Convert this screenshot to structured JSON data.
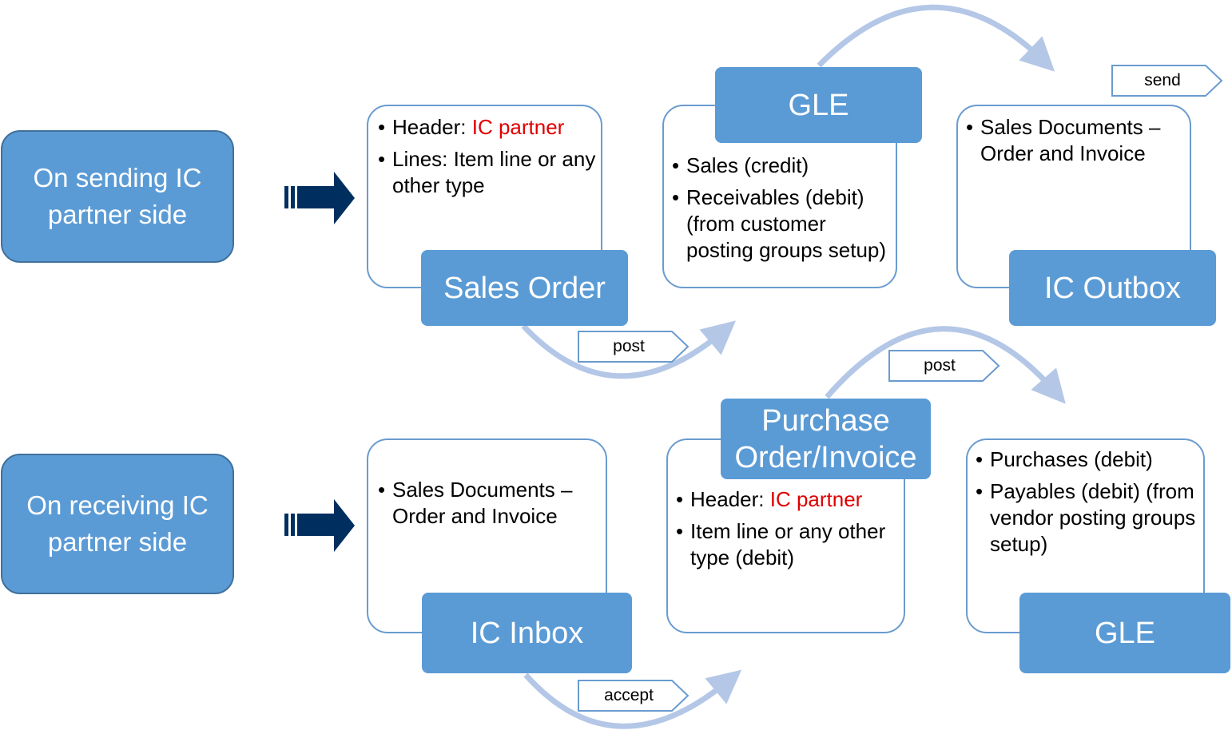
{
  "colors": {
    "box_fill": "#5b9bd5",
    "box_border": "#41719c",
    "card_border": "#6a9bcf",
    "arc": "#b4c7e7",
    "block_arrow": "#002f5f",
    "highlight": "#e00000"
  },
  "rows": {
    "sending": {
      "side_label": "On sending IC partner side",
      "arrow_icon": "right-block-arrow",
      "steps": [
        {
          "label": "Sales Order",
          "items": [
            {
              "prefix": "Header: ",
              "highlight": "IC partner"
            },
            {
              "prefix": "Lines: Item line or any other type",
              "highlight": ""
            }
          ]
        },
        {
          "label": "GLE",
          "items": [
            {
              "prefix": " Sales (credit)",
              "highlight": ""
            },
            {
              "prefix": "Receivables (debit) (from customer posting groups setup)",
              "highlight": ""
            }
          ]
        },
        {
          "label": "IC Outbox",
          "items": [
            {
              "prefix": " Sales Documents – Order and Invoice",
              "highlight": ""
            }
          ]
        }
      ],
      "actions": [
        "post",
        "send"
      ]
    },
    "receiving": {
      "side_label": "On receiving IC partner side",
      "arrow_icon": "right-block-arrow",
      "steps": [
        {
          "label": "IC Inbox",
          "items": [
            {
              "prefix": "Sales Documents – Order and Invoice",
              "highlight": ""
            }
          ]
        },
        {
          "label": "Purchase Order/Invoice",
          "items": [
            {
              "prefix": "Header: ",
              "highlight": "IC partner"
            },
            {
              "prefix": "Item line or any other type (debit)",
              "highlight": ""
            }
          ]
        },
        {
          "label": "GLE",
          "items": [
            {
              "prefix": "Purchases (debit)",
              "highlight": ""
            },
            {
              "prefix": "Payables (debit) (from vendor posting groups setup)",
              "highlight": ""
            }
          ]
        }
      ],
      "actions": [
        "accept",
        "post"
      ]
    }
  }
}
